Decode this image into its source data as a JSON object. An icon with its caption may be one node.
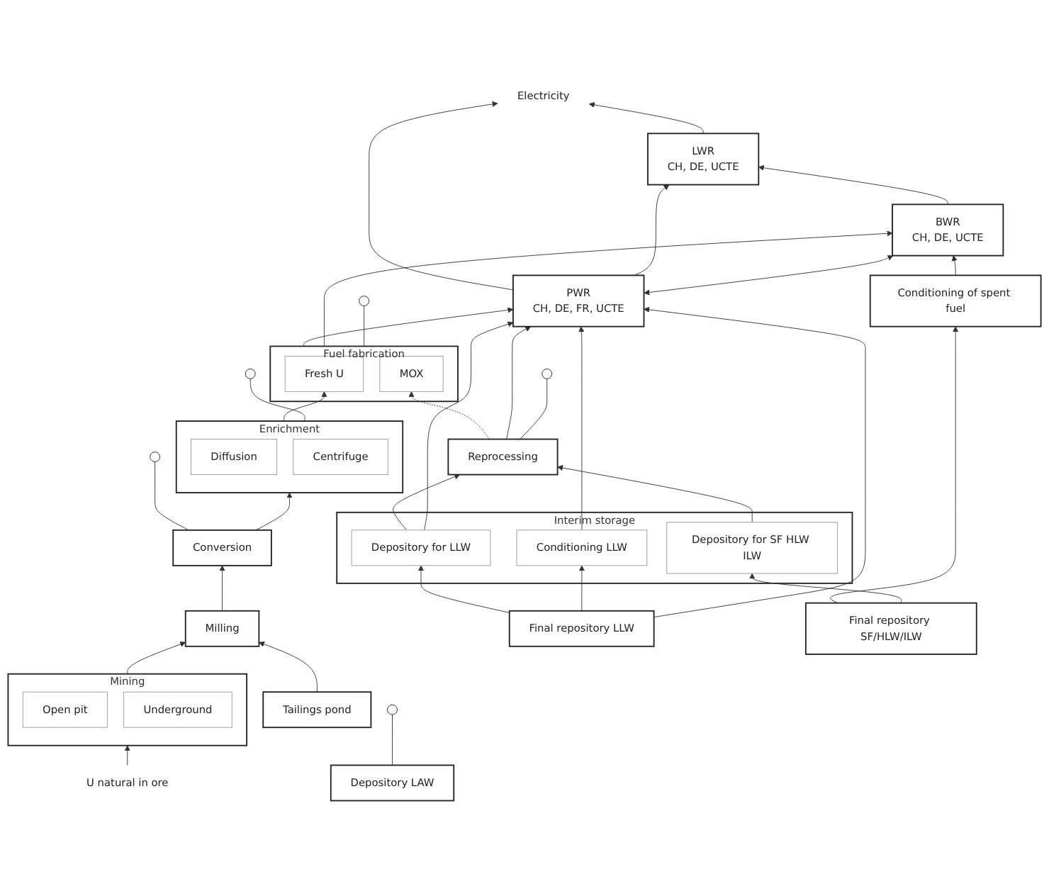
{
  "diagram": {
    "nodes": [
      {
        "text": [
          "Electricity"
        ]
      },
      {
        "text": [
          "LWR",
          "CH, DE, UCTE"
        ]
      },
      {
        "text": [
          "PWR",
          "CH, DE, FR, UCTE"
        ]
      },
      {
        "text": [
          "BWR",
          "CH, DE, UCTE"
        ]
      },
      {
        "text": [
          "Fuel fabrication"
        ]
      },
      {
        "text": [
          "Fresh U"
        ],
        "in": 4
      },
      {
        "text": [
          "MOX"
        ],
        "in": 4
      },
      {
        "text": [
          "Conditioning of spent fuel"
        ]
      },
      {
        "text": [
          "Reprocessing"
        ]
      },
      {
        "text": [
          "Enrichment"
        ]
      },
      {
        "text": [
          "Diffusion"
        ],
        "in": 9
      },
      {
        "text": [
          "Centrifuge"
        ],
        "in": 9
      },
      {
        "text": [
          "Conversion"
        ]
      },
      {
        "text": [
          "Milling"
        ]
      },
      {
        "text": [
          "Tailings pond"
        ]
      },
      {
        "text": [
          "Mining"
        ]
      },
      {
        "text": [
          "Open pit"
        ],
        "in": 15
      },
      {
        "text": [
          "Underground"
        ],
        "in": 15
      },
      {
        "text": [
          "U natural in ore"
        ]
      },
      {
        "text": [
          "Interim storage"
        ]
      },
      {
        "text": [
          "Depository for LLW"
        ],
        "in": 19
      },
      {
        "text": [
          "Conditioning LLW"
        ],
        "in": 19
      },
      {
        "text": [
          "Depository for SF HLW ILW"
        ],
        "in": 19
      },
      {
        "text": [
          "Final repository LLW"
        ]
      },
      {
        "text": [
          "Final repository SF/HLW/ILW"
        ]
      },
      {
        "text": [
          "Depository LAW"
        ]
      },
      {
        "text": [],
        "shape": "circle"
      },
      {
        "text": [],
        "shape": "circle"
      },
      {
        "text": [],
        "shape": "circle"
      },
      {
        "text": [],
        "shape": "circle"
      },
      {
        "text": [],
        "shape": "circle"
      }
    ],
    "edges": [
      {
        "from": 2,
        "to": 0,
        "arrow": "to"
      },
      {
        "from": 2,
        "to": 1,
        "arrow": "to"
      },
      {
        "from": 1,
        "to": 0,
        "arrow": "to"
      },
      {
        "from": 3,
        "to": 1,
        "arrow": "to"
      },
      {
        "from": 2,
        "to": 3,
        "arrow": "both"
      },
      {
        "from": 4,
        "to": 2,
        "arrow": "to"
      },
      {
        "from": 4,
        "to": 3,
        "arrow": "to"
      },
      {
        "from": 7,
        "to": 3,
        "arrow": "to"
      },
      {
        "from": 24,
        "to": 7,
        "arrow": "to"
      },
      {
        "from": 9,
        "to": 5,
        "arrow": "to"
      },
      {
        "from": 8,
        "to": 6,
        "arrow": "to",
        "style": "dashed"
      },
      {
        "from": 12,
        "to": 9,
        "arrow": "to"
      },
      {
        "from": 13,
        "to": 12,
        "arrow": "to"
      },
      {
        "from": 15,
        "to": 13,
        "arrow": "to"
      },
      {
        "from": 14,
        "to": 13,
        "arrow": "to"
      },
      {
        "from": 18,
        "to": 15,
        "arrow": "to"
      },
      {
        "from": 23,
        "to": 20,
        "arrow": "to"
      },
      {
        "from": 23,
        "to": 21,
        "arrow": "to"
      },
      {
        "from": 24,
        "to": 22,
        "arrow": "to"
      },
      {
        "from": 20,
        "to": 8,
        "arrow": "to"
      },
      {
        "from": 22,
        "to": 8,
        "arrow": "to"
      },
      {
        "from": 8,
        "to": 2,
        "arrow": "to"
      },
      {
        "from": 21,
        "to": 2,
        "arrow": "to"
      },
      {
        "from": 20,
        "to": 2,
        "arrow": "to"
      },
      {
        "from": 23,
        "to": 2,
        "arrow": "to"
      },
      {
        "from": 4,
        "to": 26,
        "arrow": "none"
      },
      {
        "from": 8,
        "to": 27,
        "arrow": "none"
      },
      {
        "from": 9,
        "to": 28,
        "arrow": "none"
      },
      {
        "from": 12,
        "to": 29,
        "arrow": "none"
      },
      {
        "from": 25,
        "to": 30,
        "arrow": "none"
      }
    ]
  }
}
